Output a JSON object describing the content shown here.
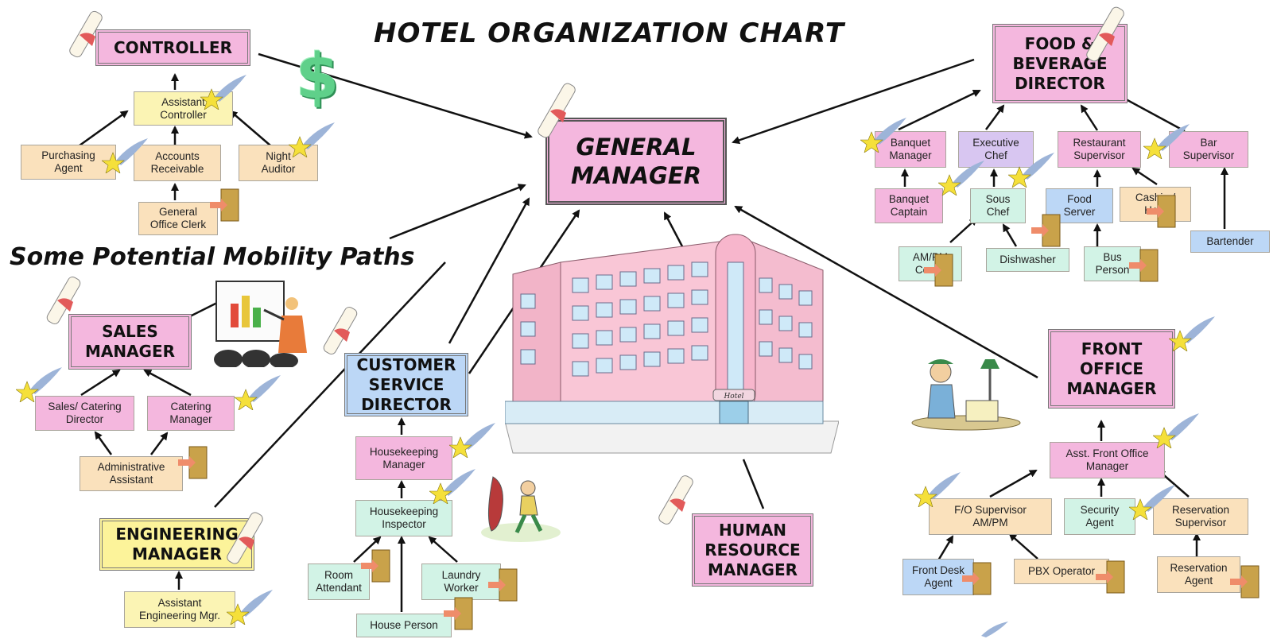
{
  "header": {
    "title": "HOTEL ORGANIZATION CHART",
    "subtitle": "Some Potential Mobility Paths"
  },
  "boxes": {
    "controller": "CONTROLLER",
    "asst_controller": "Assistant\nController",
    "purchasing_agent": "Purchasing\nAgent",
    "accounts_receivable": "Accounts\nReceivable",
    "night_auditor": "Night\nAuditor",
    "general_office_clerk": "General\nOffice Clerk",
    "general_manager": "GENERAL\nMANAGER",
    "fb_director": "FOOD &\nBEVERAGE\nDIRECTOR",
    "banquet_manager": "Banquet\nManager",
    "executive_chef": "Executive\nChef",
    "restaurant_supervisor": "Restaurant\nSupervisor",
    "bar_supervisor": "Bar\nSupervisor",
    "banquet_captain": "Banquet\nCaptain",
    "sous_chef": "Sous\nChef",
    "food_server": "Food\nServer",
    "cashier_host": "Cashier/\nHost",
    "ampm_cooks": "AM/PM\nCooks",
    "dishwasher": "Dishwasher",
    "bus_person": "Bus\nPerson",
    "bartender": "Bartender",
    "sales_manager": "SALES\nMANAGER",
    "sales_catering_director": "Sales/ Catering\nDirector",
    "catering_manager": "Catering\nManager",
    "administrative_assistant": "Administrative\nAssistant",
    "customer_service_director": "CUSTOMER\nSERVICE\nDIRECTOR",
    "housekeeping_manager": "Housekeeping\nManager",
    "housekeeping_inspector": "Housekeeping\nInspector",
    "room_attendant": "Room\nAttendant",
    "laundry_worker": "Laundry\nWorker",
    "house_person": "House Person",
    "engineering_manager": "ENGINEERING\nMANAGER",
    "assistant_engineering_mgr": "Assistant\nEngineering Mgr.",
    "hr_manager": "HUMAN\nRESOURCE\nMANAGER",
    "front_office_manager": "FRONT\nOFFICE\nMANAGER",
    "asst_front_office_manager": "Asst. Front Office\nManager",
    "fo_supervisor": "F/O Supervisor\nAM/PM",
    "security_agent": "Security\nAgent",
    "reservation_supervisor": "Reservation\nSupervisor",
    "front_desk_agent": "Front Desk\nAgent",
    "pbx_operator": "PBX Operator",
    "reservation_agent": "Reservation\nAgent"
  },
  "icons": {
    "dollar": "$",
    "hotel_sign": "Hotel"
  }
}
